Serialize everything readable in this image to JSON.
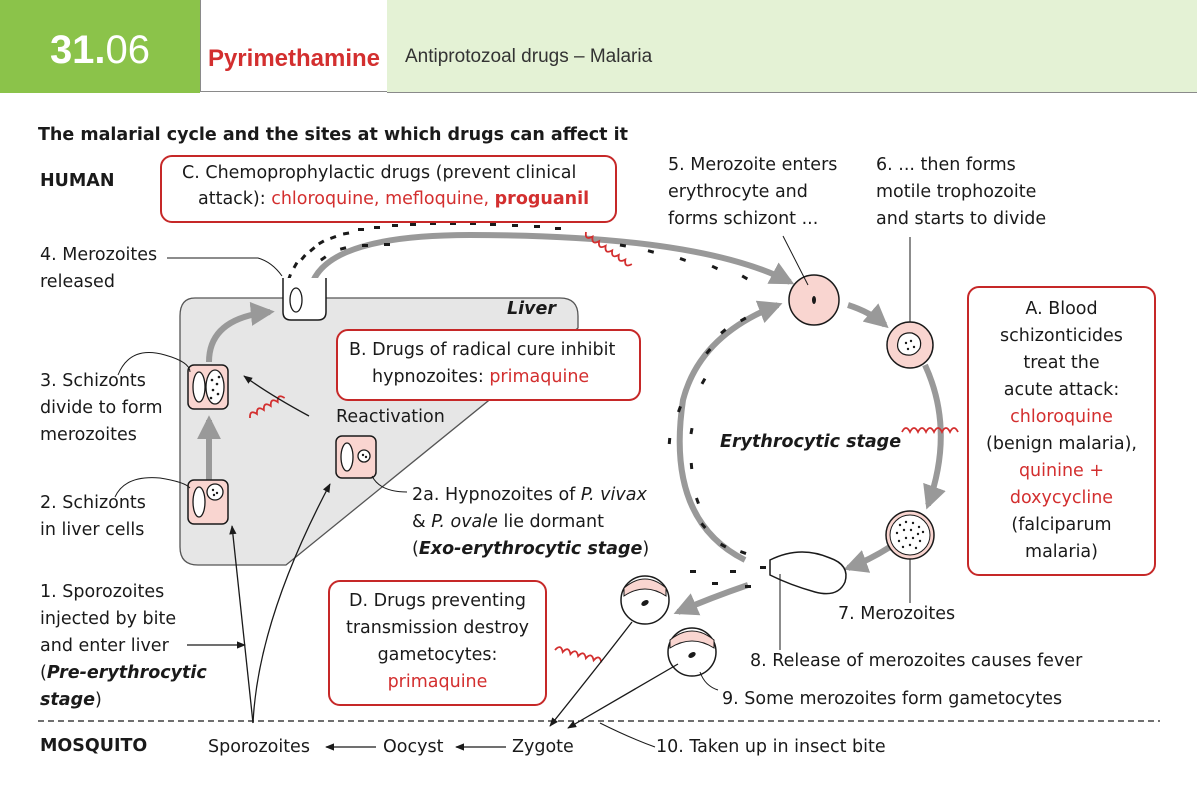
{
  "header": {
    "chapter": "31.",
    "number": "06",
    "title": "Pyrimethamine",
    "subtitle": "Antiprotozoal drugs – Malaria"
  },
  "figure_title": "The malarial cycle and the sites at which drugs can affect it",
  "regions": {
    "human": "HUMAN",
    "mosquito": "MOSQUITO",
    "liver": "Liver",
    "erythrocytic": "Erythrocytic stage"
  },
  "steps": {
    "s1": [
      "1. Sporozoites",
      "injected by bite",
      "and enter liver",
      "(",
      "Pre-erythrocytic",
      "stage",
      ")"
    ],
    "s2": [
      "2. Schizonts",
      "in liver cells"
    ],
    "s3": [
      "3. Schizonts",
      "divide to form",
      "merozoites"
    ],
    "s4": [
      "4. Merozoites",
      "released"
    ],
    "s2a": [
      "2a. Hypnozoites of ",
      "P. vivax",
      "& ",
      "P. ovale",
      " lie dormant",
      "(",
      "Exo-erythrocytic stage",
      ")"
    ],
    "reactivation": "Reactivation",
    "s5": [
      "5. Merozoite enters",
      "erythrocyte and",
      "forms schizont ..."
    ],
    "s6": [
      "6. ... then forms",
      "motile trophozoite",
      "and starts to divide"
    ],
    "s7": "7. Merozoites",
    "s8": "8. Release of merozoites causes fever",
    "s9": "9. Some merozoites form gametocytes",
    "s10": "10. Taken up in insect bite"
  },
  "mosquito_cycle": {
    "sporozoites": "Sporozoites",
    "oocyst": "Oocyst",
    "zygote": "Zygote"
  },
  "drug_boxes": {
    "A": {
      "lines": [
        "A. Blood",
        "schizonticides",
        "treat the",
        "acute attack:"
      ],
      "drug1": "chloroquine",
      "note1": "(benign malaria),",
      "drug2a": "quinine +",
      "drug2b": "doxycycline",
      "note2a": "(falciparum",
      "note2b": "malaria)"
    },
    "B": {
      "line1": "B. Drugs of radical cure inhibit",
      "line2": "hypnozoites: ",
      "drug": "primaquine"
    },
    "C": {
      "line1": "C. Chemoprophylactic drugs (prevent clinical",
      "line2": "attack): ",
      "drugs": "chloroquine, mefloquine, ",
      "drug_bold": "proguanil"
    },
    "D": {
      "lines": [
        "D. Drugs preventing",
        "transmission destroy",
        "gametocytes:"
      ],
      "drug": "primaquine"
    }
  },
  "colors": {
    "accent_green": "#8bc34a",
    "header_bg": "#e4f2d5",
    "drug_red": "#d32f2f",
    "liver_fill": "#e6e6e6",
    "cell_fill": "#f9d5d0",
    "arrow_gray": "#999999"
  }
}
